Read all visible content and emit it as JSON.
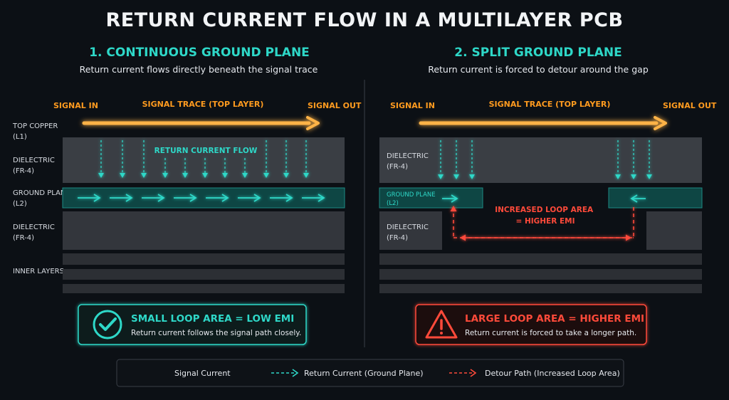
{
  "title": "RETURN CURRENT FLOW IN A MULTILAYER PCB",
  "left": {
    "heading": "1. CONTINUOUS GROUND PLANE",
    "subtitle": "Return current flows directly beneath the signal trace",
    "signal_in": "SIGNAL IN",
    "signal_trace": "SIGNAL TRACE (TOP LAYER)",
    "signal_out": "SIGNAL OUT",
    "layer_labels": {
      "top_copper": [
        "TOP COPPER",
        "(L1)"
      ],
      "dielectric_1": [
        "DIELECTRIC",
        "(FR-4)"
      ],
      "ground_plane": [
        "GROUND PLANE",
        "(L2)"
      ],
      "dielectric_2": [
        "DIELECTRIC",
        "(FR-4)"
      ],
      "inner_layers": "INNER LAYERS"
    },
    "return_current_label": "RETURN CURRENT FLOW",
    "result": {
      "title": "SMALL LOOP AREA = LOW EMI",
      "text": "Return current follows the signal path closely.",
      "icon": "check-circle-icon"
    }
  },
  "right": {
    "heading": "2. SPLIT GROUND PLANE",
    "subtitle": "Return current is forced to detour around the gap",
    "signal_in": "SIGNAL IN",
    "signal_trace": "SIGNAL TRACE (TOP LAYER)",
    "signal_out": "SIGNAL OUT",
    "layer_labels": {
      "dielectric_1": [
        "DIELECTRIC",
        "(FR-4)"
      ],
      "ground_plane": [
        "GROUND PLANE",
        "(L2)"
      ],
      "dielectric_2": [
        "DIELECTRIC",
        "(FR-4)"
      ]
    },
    "loop_label": [
      "INCREASED LOOP AREA",
      "= HIGHER EMI"
    ],
    "result": {
      "title": "LARGE LOOP AREA = HIGHER EMI",
      "text": "Return current is forced to take a longer path.",
      "icon": "warning-triangle-icon"
    }
  },
  "legend": {
    "signal": "Signal Current",
    "return": "Return Current (Ground Plane)",
    "detour": "Detour Path (Increased Loop Area)"
  },
  "colors": {
    "background": "#0c1015",
    "signal": "#ff9b1f",
    "return": "#2ed8c8",
    "detour": "#ff4a3a",
    "ground_plane": "#0e4644",
    "dielectric": "#3a3e44"
  }
}
